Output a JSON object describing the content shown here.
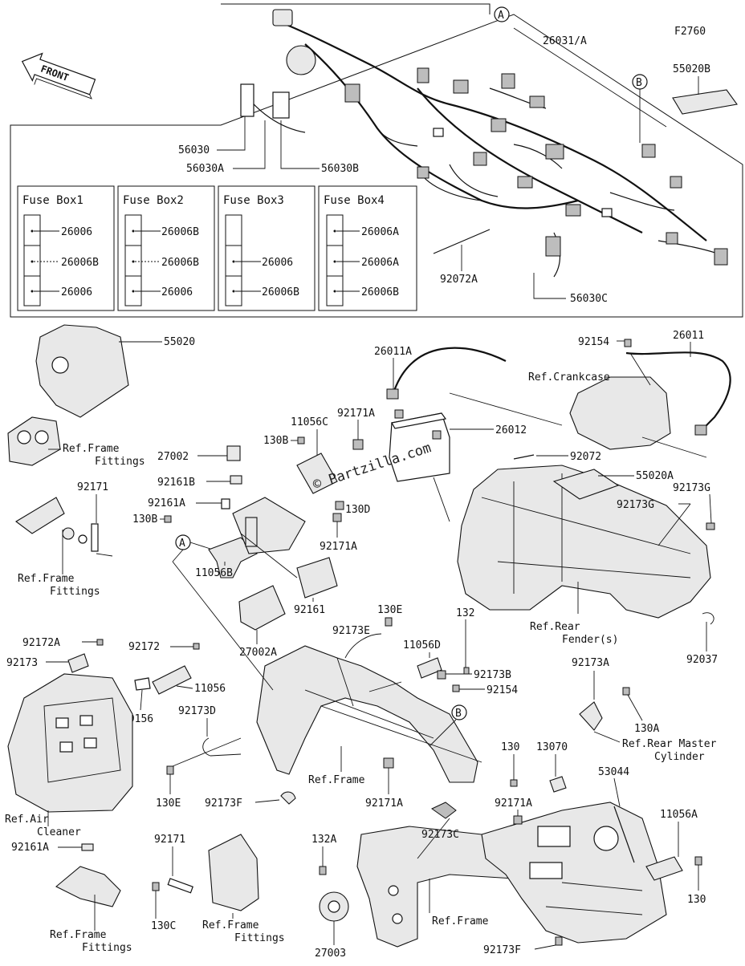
{
  "diagram": {
    "code": "F2760",
    "direction_label": "FRONT",
    "watermark": "© Partzilla.com",
    "callouts": {
      "A": "A",
      "B": "B"
    },
    "fuse_boxes": [
      {
        "title": "Fuse Box1",
        "items": [
          "26006",
          "26006B",
          "26006"
        ]
      },
      {
        "title": "Fuse Box2",
        "items": [
          "26006B",
          "26006B",
          "26006"
        ]
      },
      {
        "title": "Fuse Box3",
        "items": [
          "26006",
          "26006B"
        ]
      },
      {
        "title": "Fuse Box4",
        "items": [
          "26006A",
          "26006A",
          "26006B"
        ]
      }
    ],
    "labels": {
      "harness": "26031/A",
      "cover_55020B": "55020B",
      "clip_56030": "56030",
      "clip_56030A": "56030A",
      "clip_56030B": "56030B",
      "band_92072A": "92072A",
      "clip_56030C": "56030C",
      "cover_55020": "55020",
      "ref_frame_fittings_1": "Ref.Frame\nFittings",
      "ref_frame_fittings_2": "Ref.Frame\nFittings",
      "ref_frame_fittings_3": "Ref.Frame\nFittings",
      "ref_frame_fittings_4": "Ref.Frame\nFittings",
      "bolt_92171": "92171",
      "bolt_92171_b": "92171",
      "cable_26011A": "26011A",
      "cable_26011": "26011",
      "bolt_92154": "92154",
      "bolt_92154_b": "92154",
      "ref_crankcase": "Ref.Crankcase",
      "battery_26012": "26012",
      "bracket_11056C": "11056C",
      "collar_92171A_1": "92171A",
      "collar_92171A_2": "92171A",
      "collar_92171A_3": "92171A",
      "collar_92171A_4": "92171A",
      "bolt_130B_1": "130B",
      "bolt_130B_2": "130B",
      "relay_27002": "27002",
      "damper_92161B": "92161B",
      "damper_92161A": "92161A",
      "damper_92161A_b": "92161A",
      "damper_92161": "92161",
      "bolt_130D": "130D",
      "band_92072": "92072",
      "cover_55020A": "55020A",
      "clamp_92173G_1": "92173G",
      "clamp_92173G_2": "92173G",
      "bracket_11056B": "11056B",
      "relay_27002A": "27002A",
      "bolt_130E": "130E",
      "bolt_130E_b": "130E",
      "clamp_92173E": "92173E",
      "bracket_11056D": "11056D",
      "bolt_132": "132",
      "ref_rear_fender": "Ref.Rear\nFender(s)",
      "clip_92037": "92037",
      "bolt_92172A": "92172A",
      "clamp_92173": "92173",
      "bolt_92172": "92172",
      "bracket_11056": "11056",
      "clamp_92173B": "92173B",
      "clamp_92173A": "92173A",
      "bolt_130A": "130A",
      "ref_rear_master": "Ref.Rear Master\nCylinder",
      "pad_39156": "39156",
      "clamp_92173D": "92173D",
      "ref_frame_1": "Ref.Frame",
      "ref_frame_2": "Ref.Frame",
      "clamp_92173F_1": "92173F",
      "clamp_92173F_2": "92173F",
      "ref_air_cleaner": "Ref.Air\nCleaner",
      "bolt_130": "130",
      "bolt_130_b": "130",
      "stay_13070": "13070",
      "strap_53044": "53044",
      "bracket_11056A": "11056A",
      "bolt_130C": "130C",
      "horn_27003": "27003",
      "bolt_132A": "132A",
      "clamp_92173C": "92173C"
    }
  }
}
